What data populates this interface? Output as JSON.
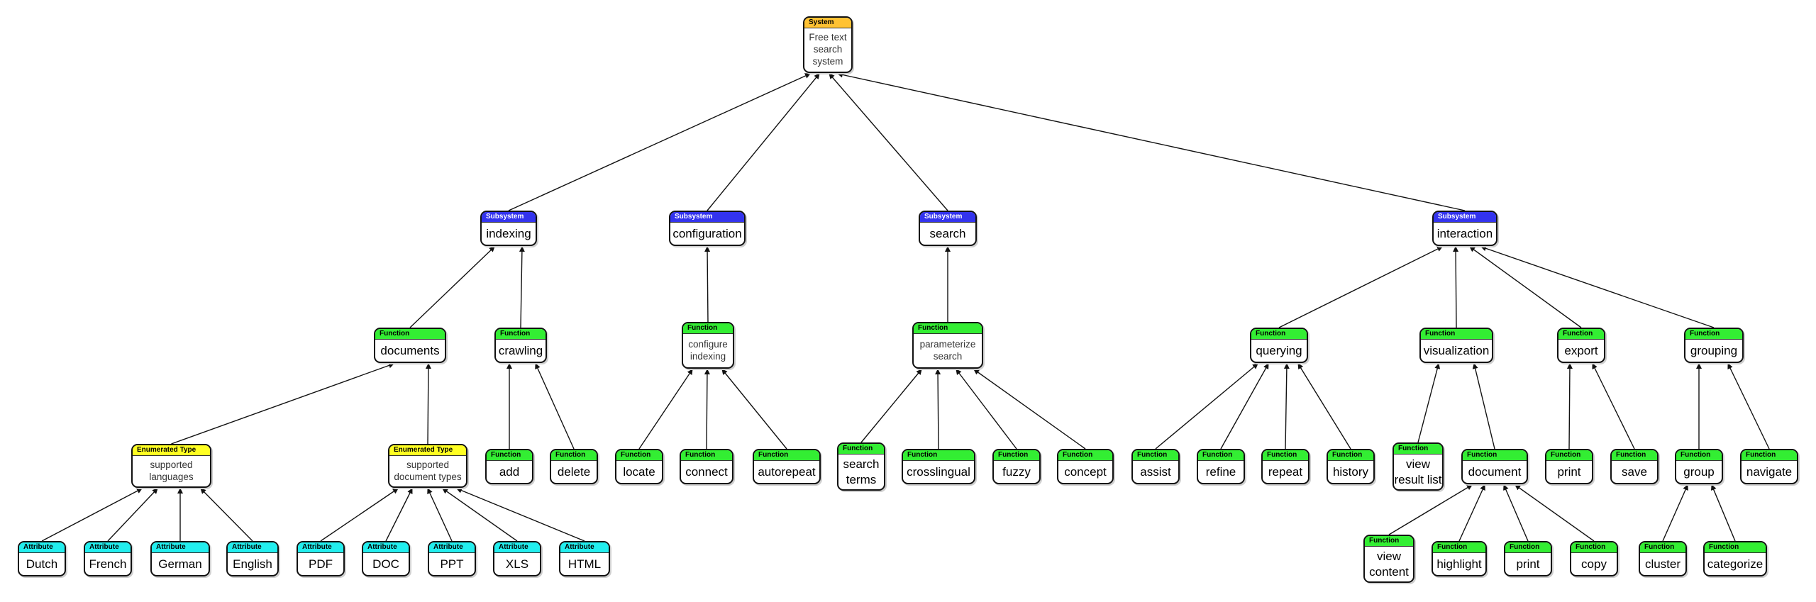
{
  "types": {
    "system": "System",
    "subsystem": "Subsystem",
    "function": "Function",
    "enum": "Enumerated Type",
    "attribute": "Attribute"
  },
  "colors": {
    "system": "#ffc233",
    "subsystem": "#3333ee",
    "function": "#33ee33",
    "enum": "#ffff22",
    "attribute": "#22eeee"
  },
  "nodes": {
    "free_text_search_system": {
      "type": "system",
      "label": "Free text search system"
    },
    "indexing": {
      "type": "subsystem",
      "label": "indexing"
    },
    "configuration": {
      "type": "subsystem",
      "label": "configuration"
    },
    "search": {
      "type": "subsystem",
      "label": "search"
    },
    "interaction": {
      "type": "subsystem",
      "label": "interaction"
    },
    "documents": {
      "type": "function",
      "label": "documents"
    },
    "crawling": {
      "type": "function",
      "label": "crawling"
    },
    "configure_indexing": {
      "type": "function",
      "label": "configure indexing"
    },
    "parameterize_search": {
      "type": "function",
      "label": "parameterize search"
    },
    "querying": {
      "type": "function",
      "label": "querying"
    },
    "visualization": {
      "type": "function",
      "label": "visualization"
    },
    "export": {
      "type": "function",
      "label": "export"
    },
    "grouping": {
      "type": "function",
      "label": "grouping"
    },
    "supported_languages": {
      "type": "enum",
      "label": "supported languages"
    },
    "supported_document_types": {
      "type": "enum",
      "label": "supported document types"
    },
    "add": {
      "type": "function",
      "label": "add"
    },
    "delete": {
      "type": "function",
      "label": "delete"
    },
    "locate": {
      "type": "function",
      "label": "locate"
    },
    "connect": {
      "type": "function",
      "label": "connect"
    },
    "autorepeat": {
      "type": "function",
      "label": "autorepeat"
    },
    "search_terms": {
      "type": "function",
      "label": "search terms"
    },
    "crosslingual": {
      "type": "function",
      "label": "crosslingual"
    },
    "fuzzy": {
      "type": "function",
      "label": "fuzzy"
    },
    "concept": {
      "type": "function",
      "label": "concept"
    },
    "assist": {
      "type": "function",
      "label": "assist"
    },
    "refine": {
      "type": "function",
      "label": "refine"
    },
    "repeat": {
      "type": "function",
      "label": "repeat"
    },
    "history": {
      "type": "function",
      "label": "history"
    },
    "view_result_list": {
      "type": "function",
      "label": "view result list"
    },
    "document": {
      "type": "function",
      "label": "document"
    },
    "print_export": {
      "type": "function",
      "label": "print"
    },
    "save": {
      "type": "function",
      "label": "save"
    },
    "group": {
      "type": "function",
      "label": "group"
    },
    "navigate": {
      "type": "function",
      "label": "navigate"
    },
    "dutch": {
      "type": "attribute",
      "label": "Dutch"
    },
    "french": {
      "type": "attribute",
      "label": "French"
    },
    "german": {
      "type": "attribute",
      "label": "German"
    },
    "english": {
      "type": "attribute",
      "label": "English"
    },
    "pdf": {
      "type": "attribute",
      "label": "PDF"
    },
    "doc": {
      "type": "attribute",
      "label": "DOC"
    },
    "ppt": {
      "type": "attribute",
      "label": "PPT"
    },
    "xls": {
      "type": "attribute",
      "label": "XLS"
    },
    "html": {
      "type": "attribute",
      "label": "HTML"
    },
    "view_content": {
      "type": "function",
      "label": "view content"
    },
    "highlight": {
      "type": "function",
      "label": "highlight"
    },
    "print_document": {
      "type": "function",
      "label": "print"
    },
    "copy": {
      "type": "function",
      "label": "copy"
    },
    "cluster": {
      "type": "function",
      "label": "cluster"
    },
    "categorize": {
      "type": "function",
      "label": "categorize"
    }
  },
  "edges": [
    [
      "indexing",
      "free_text_search_system"
    ],
    [
      "configuration",
      "free_text_search_system"
    ],
    [
      "search",
      "free_text_search_system"
    ],
    [
      "interaction",
      "free_text_search_system"
    ],
    [
      "documents",
      "indexing"
    ],
    [
      "crawling",
      "indexing"
    ],
    [
      "configure_indexing",
      "configuration"
    ],
    [
      "parameterize_search",
      "search"
    ],
    [
      "querying",
      "interaction"
    ],
    [
      "visualization",
      "interaction"
    ],
    [
      "export",
      "interaction"
    ],
    [
      "grouping",
      "interaction"
    ],
    [
      "supported_languages",
      "documents"
    ],
    [
      "supported_document_types",
      "documents"
    ],
    [
      "add",
      "crawling"
    ],
    [
      "delete",
      "crawling"
    ],
    [
      "locate",
      "configure_indexing"
    ],
    [
      "connect",
      "configure_indexing"
    ],
    [
      "autorepeat",
      "configure_indexing"
    ],
    [
      "search_terms",
      "parameterize_search"
    ],
    [
      "crosslingual",
      "parameterize_search"
    ],
    [
      "fuzzy",
      "parameterize_search"
    ],
    [
      "concept",
      "parameterize_search"
    ],
    [
      "assist",
      "querying"
    ],
    [
      "refine",
      "querying"
    ],
    [
      "repeat",
      "querying"
    ],
    [
      "history",
      "querying"
    ],
    [
      "view_result_list",
      "visualization"
    ],
    [
      "document",
      "visualization"
    ],
    [
      "print_export",
      "export"
    ],
    [
      "save",
      "export"
    ],
    [
      "group",
      "grouping"
    ],
    [
      "navigate",
      "grouping"
    ],
    [
      "dutch",
      "supported_languages"
    ],
    [
      "french",
      "supported_languages"
    ],
    [
      "german",
      "supported_languages"
    ],
    [
      "english",
      "supported_languages"
    ],
    [
      "pdf",
      "supported_document_types"
    ],
    [
      "doc",
      "supported_document_types"
    ],
    [
      "ppt",
      "supported_document_types"
    ],
    [
      "xls",
      "supported_document_types"
    ],
    [
      "html",
      "supported_document_types"
    ],
    [
      "view_content",
      "document"
    ],
    [
      "highlight",
      "document"
    ],
    [
      "print_document",
      "document"
    ],
    [
      "copy",
      "document"
    ],
    [
      "cluster",
      "group"
    ],
    [
      "categorize",
      "group"
    ]
  ]
}
